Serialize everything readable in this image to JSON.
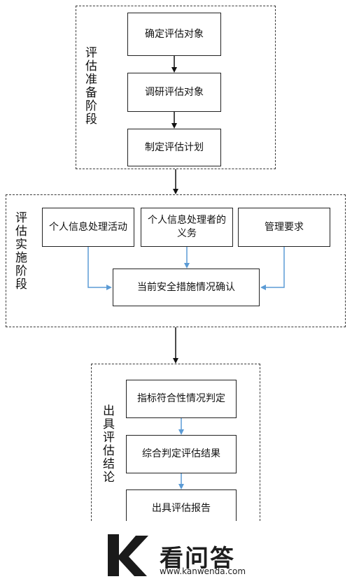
{
  "stages": {
    "prep": {
      "label": "评估准备阶段",
      "steps": [
        "确定评估对象",
        "调研评估对象",
        "制定评估计划"
      ]
    },
    "impl": {
      "label": "评估实施阶段",
      "inputs": [
        "个人信息处理活动",
        "个人信息处理者的义务",
        "管理要求"
      ],
      "result": "当前安全措施情况确认"
    },
    "conclusion": {
      "label": "出具评估结论",
      "steps": [
        "指标符合性情况判定",
        "综合判定评估结果",
        "出具评估报告"
      ]
    }
  },
  "watermark": {
    "brand": "看问答",
    "url": "www.kanwenda.com"
  },
  "colors": {
    "dark_arrow": "#111111",
    "blue_arrow": "#5b9bd5",
    "logo": "#1a1a1a"
  }
}
